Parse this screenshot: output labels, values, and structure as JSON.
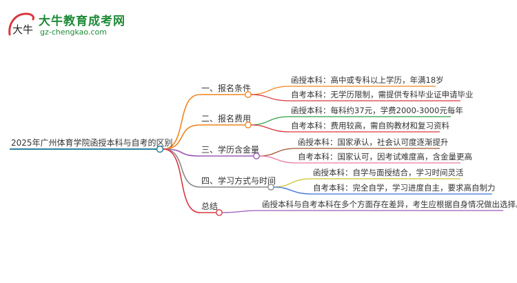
{
  "logo": {
    "mark_text": "大牛",
    "title": "大牛教育成考网",
    "url": "gz-chengkao.com"
  },
  "root": {
    "label": "2025年广州体育学院函授本科与自考的区别"
  },
  "branches": [
    {
      "label": "一、报名条件",
      "color": "#f0841a",
      "items": [
        "函授本科：高中或专科以上学历，年满18岁",
        "自考本科：无学历限制，需提供专科毕业证申请毕业"
      ],
      "item_colors": [
        "#f0841a",
        "#d9363e"
      ]
    },
    {
      "label": "二、报名费用",
      "color": "#f0841a",
      "items": [
        "函授本科：每科约37元，学费2000-3000元每年",
        "自考本科：费用较高，需自购教材和复习资料"
      ],
      "item_colors": [
        "#2ea043",
        "#d9363e"
      ]
    },
    {
      "label": "三、学历含金量",
      "color": "#9b59b6",
      "items": [
        "函授本科：国家承认，社会认可度逐渐提升",
        "自考本科：国家认可，因考试难度高，含金量更高"
      ],
      "item_colors": [
        "#a0522d",
        "#e87aa4"
      ]
    },
    {
      "label": "四、学习方式与时间",
      "color": "#888888",
      "items": [
        "函授本科：自学与面授结合，学习时间灵活",
        "自考本科：完全自学，学习进度自主，要求高自制力"
      ],
      "item_colors": [
        "#c9c22a",
        "#3a6fd8"
      ]
    },
    {
      "label": "总结",
      "color": "#d9363e",
      "items": [
        "函授本科与自考本科在多个方面存在差异，考生应根据自身情况做出选择。"
      ],
      "item_colors": [
        "#9b59b6"
      ]
    }
  ]
}
